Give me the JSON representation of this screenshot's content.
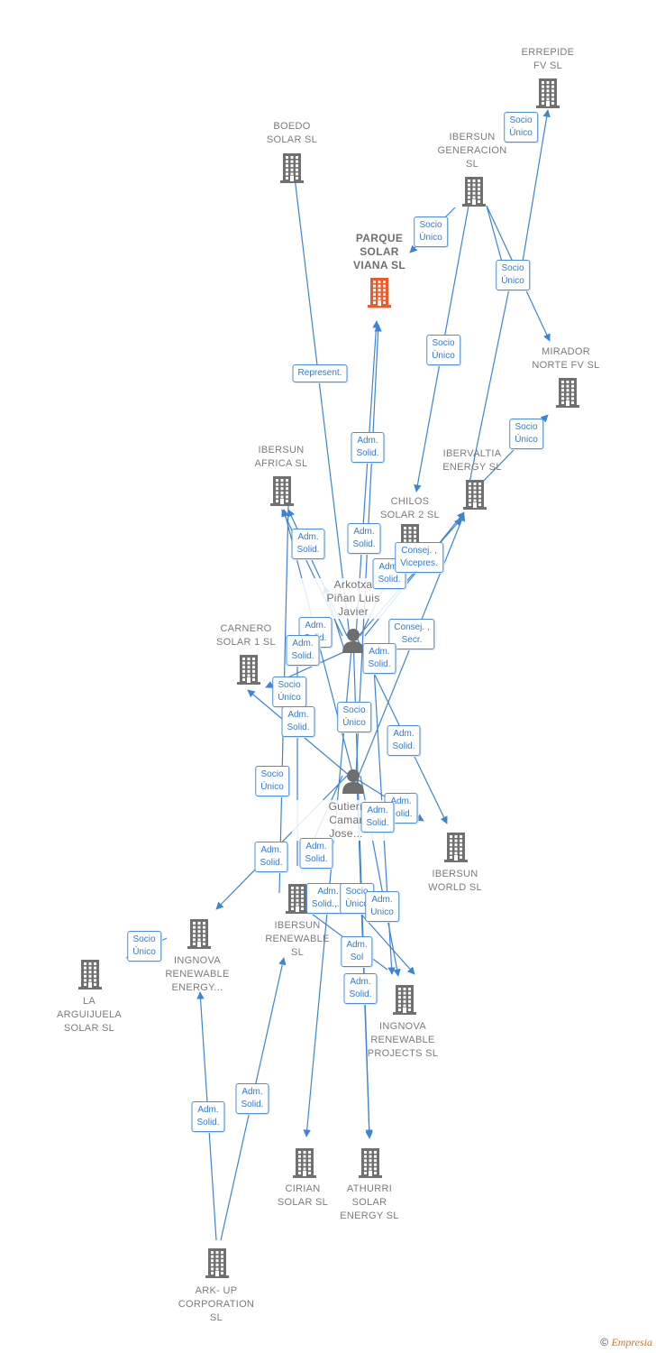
{
  "colors": {
    "edge": "#3b84d6",
    "building": "#707070",
    "building_highlight": "#f0592a",
    "person": "#6e6e6e"
  },
  "nodes": [
    {
      "id": "errepide",
      "label": "ERREPIDE\nFV  SL",
      "type": "building-icon"
    },
    {
      "id": "boedo",
      "label": "BOEDO\nSOLAR  SL",
      "type": "building-icon"
    },
    {
      "id": "ibersun_gen",
      "label": "IBERSUN\nGENERACION\nSL",
      "type": "building-icon"
    },
    {
      "id": "parque",
      "label": "PARQUE\nSOLAR\nVIANA  SL",
      "type": "building-icon",
      "highlight": true
    },
    {
      "id": "mirador",
      "label": "MIRADOR\nNORTE FV  SL",
      "type": "building-icon"
    },
    {
      "id": "ibersun_africa",
      "label": "IBERSUN\nAFRICA  SL",
      "type": "building-icon"
    },
    {
      "id": "ibervaltia",
      "label": "IBERVALTIA\nENERGY  SL",
      "type": "building-icon"
    },
    {
      "id": "chilos",
      "label": "CHILOS\nSOLAR 2  SL",
      "type": "building-icon"
    },
    {
      "id": "arkotxa",
      "label": "Arkotxa\nPiñan Luis\nJavier",
      "type": "person-icon"
    },
    {
      "id": "carnero",
      "label": "CARNERO\nSOLAR 1  SL",
      "type": "building-icon"
    },
    {
      "id": "gutierrez",
      "label": "Gutierr\nCamar\nJose...",
      "type": "person-icon"
    },
    {
      "id": "ibersun_world",
      "label": "IBERSUN\nWORLD  SL",
      "type": "building-icon"
    },
    {
      "id": "ibersun_ren",
      "label": "IBERSUN\nRENEWABLE\nSL",
      "type": "building-icon"
    },
    {
      "id": "ingnova_energy",
      "label": "INGNOVA\nRENEWABLE\nENERGY...",
      "type": "building-icon"
    },
    {
      "id": "arguijuela",
      "label": "LA\nARGUIJUELA\nSOLAR  SL",
      "type": "building-icon"
    },
    {
      "id": "ingnova_projects",
      "label": "INGNOVA\nRENEWABLE\nPROJECTS  SL",
      "type": "building-icon"
    },
    {
      "id": "cirian",
      "label": "CIRIAN\nSOLAR  SL",
      "type": "building-icon"
    },
    {
      "id": "athurri",
      "label": "ATHURRI\nSOLAR\nENERGY  SL",
      "type": "building-icon"
    },
    {
      "id": "arkup",
      "label": "ARK- UP\nCORPORATION\nSL",
      "type": "building-icon"
    }
  ],
  "relations": [
    "Socio\nÚnico",
    "Socio\nÚnico",
    "Socio\nÚnico",
    "Represent.",
    "Socio\nÚnico",
    "Adm.\nSolid.",
    "Socio\nÚnico",
    "Adm.\nSolid.",
    "Adm.\nSolid.",
    "Adm.\nSolid.",
    "Consej. ,\nVicepres.",
    "Adm.\nSolid.",
    "Consej. ,\nSecr.",
    "Adm.\nSolid.",
    "Adm.\nSolid.",
    "Adm.\nSolid.",
    "Socio\nÚnico",
    "Adm.\nSolid.",
    "Socio\nÚnico",
    "Adm.\nSolid.",
    "Socio\nÚnico",
    "Adm.\nSolid.",
    "Adm.\nSolid.",
    "Adm.\nSolid.",
    "Adm.\nSolid.,...",
    "Socio\nÚnico",
    "Adm.\nUnico",
    "Adm.\nSol",
    "Adm.\nSolid.",
    "Socio\nÚnico",
    "Adm.\nSolid.",
    "Adm.\nSolid.",
    "Adm.\nSolid."
  ],
  "footer": {
    "copyright": "©",
    "brand": "Empresia"
  }
}
